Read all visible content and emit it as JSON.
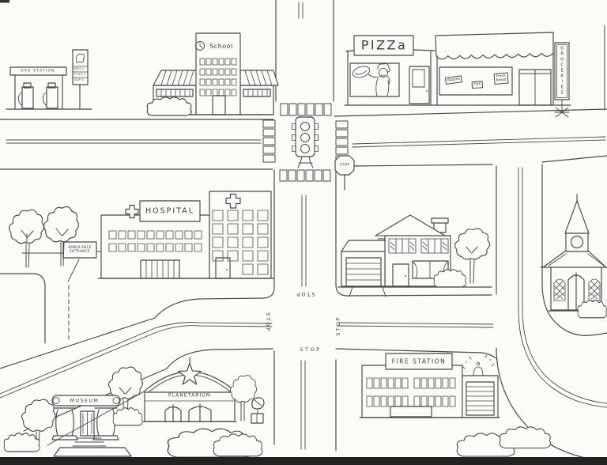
{
  "map": {
    "paper_color": "#fcfbf7",
    "ink_color": "#474747",
    "labels": {
      "gas_station": "GAS STATION",
      "gas_price_1": "REG 1",
      "gas_price_2": "PLUS 2",
      "gas_price_3": "SUP 3",
      "school": "School",
      "pizza": "PIZZa",
      "apples": "Apples",
      "fish": "Fish",
      "fresh_bread": "Fresh\nBread",
      "groceries": "GROCERIES",
      "hospital": "HOSPITAL",
      "ambulance_entrance": "AMBULANCE\nENTRANCE",
      "stop": "STOP",
      "fire_station": "FIRE STATION",
      "museum": "MUSEUM",
      "planetarium": "PLANETARIUM"
    }
  }
}
